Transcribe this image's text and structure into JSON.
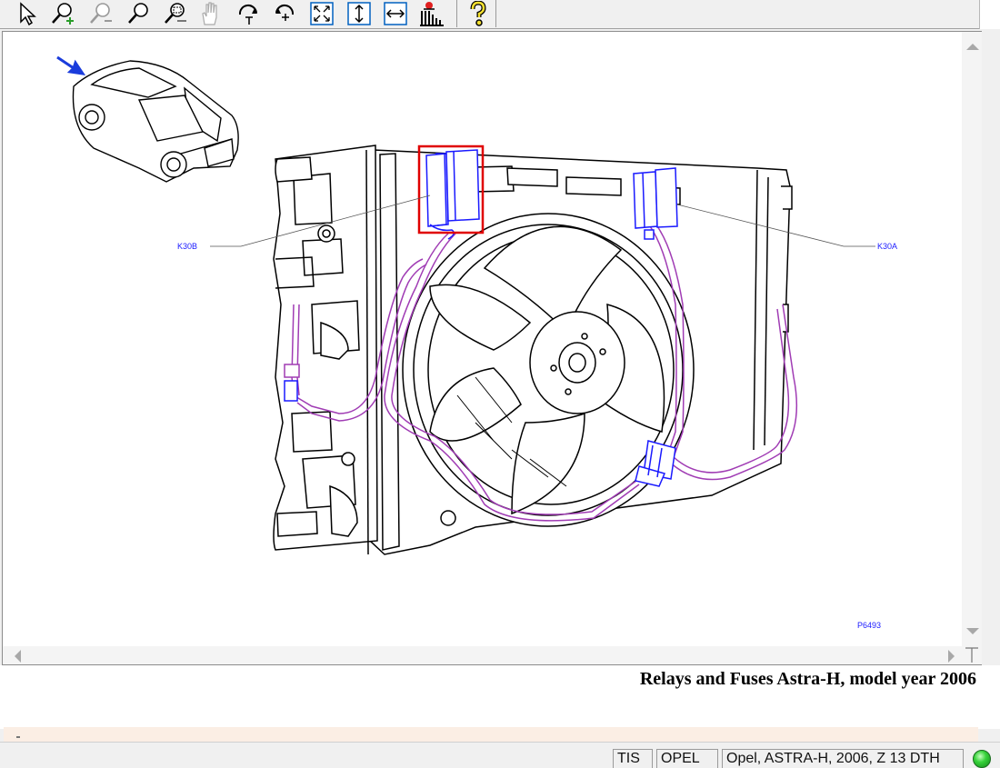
{
  "toolbar": {
    "tools": [
      {
        "name": "select-tool",
        "icon": "arrow-cursor-icon"
      },
      {
        "name": "zoom-in-tool",
        "icon": "zoom-in-icon"
      },
      {
        "name": "zoom-out-tool",
        "icon": "zoom-out-icon"
      },
      {
        "name": "zoom-tool",
        "icon": "magnifier-icon"
      },
      {
        "name": "zoom-window-tool",
        "icon": "zoom-window-icon"
      },
      {
        "name": "pan-tool",
        "icon": "hand-icon"
      },
      {
        "name": "rotate-left-tool",
        "icon": "rotate-left-icon"
      },
      {
        "name": "rotate-right-tool",
        "icon": "rotate-right-icon"
      },
      {
        "name": "fit-page-tool",
        "icon": "fit-page-icon"
      },
      {
        "name": "fit-height-tool",
        "icon": "fit-height-icon"
      },
      {
        "name": "fit-width-tool",
        "icon": "fit-width-icon"
      },
      {
        "name": "hotspot-tool",
        "icon": "hotspot-icon"
      },
      {
        "name": "help-tool",
        "icon": "help-question-icon"
      }
    ]
  },
  "drawing": {
    "labels": {
      "left_relay": "K30B",
      "right_relay": "K30A",
      "figure_id": "P6493"
    },
    "colors": {
      "line": "#000000",
      "relay": "#1a1aff",
      "harness": "#a03cb4",
      "highlight": "#e00000",
      "arrow": "#1a3cdc"
    }
  },
  "title": "Relays and Fuses Astra-H, model year 2006",
  "status": {
    "cells": [
      "TIS",
      "OPEL",
      "Opel, ASTRA-H, 2006, Z 13 DTH"
    ],
    "led_color": "#37d23a"
  }
}
